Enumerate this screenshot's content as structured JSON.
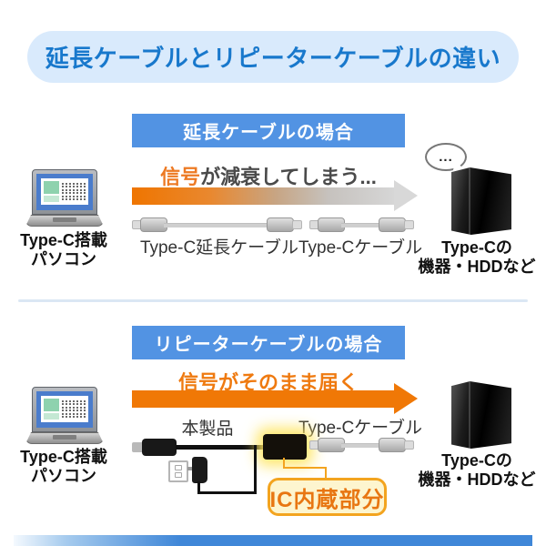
{
  "title": "延長ケーブルとリピーターケーブルの違い",
  "colors": {
    "title_bg": "#d9eafc",
    "title_text": "#1878cc",
    "section_header_bg": "#5293e3",
    "orange": "#ef7a10",
    "dark_text": "#4a4a4a",
    "ic_bubble_bg": "#fdf5cf",
    "ic_bubble_border": "#f3a41f"
  },
  "section1": {
    "header": "延長ケーブルの場合",
    "caption_part1": "信号",
    "caption_part2": "が減衰してしまう...",
    "laptop_label_line1": "Type-C搭載",
    "laptop_label_line2": "パソコン",
    "extension_cable_label": "Type-C延長ケーブル",
    "typec_cable_label": "Type-Cケーブル",
    "bubble_text": "...",
    "device_label_line1": "Type-Cの",
    "device_label_line2": "機器・HDDなど"
  },
  "section2": {
    "header": "リピーターケーブルの場合",
    "caption": "信号がそのまま届く",
    "laptop_label_line1": "Type-C搭載",
    "laptop_label_line2": "パソコン",
    "product_label": "本製品",
    "typec_cable_label": "Type-Cケーブル",
    "ic_label": "IC内蔵部分",
    "device_label_line1": "Type-Cの",
    "device_label_line2": "機器・HDDなど"
  }
}
